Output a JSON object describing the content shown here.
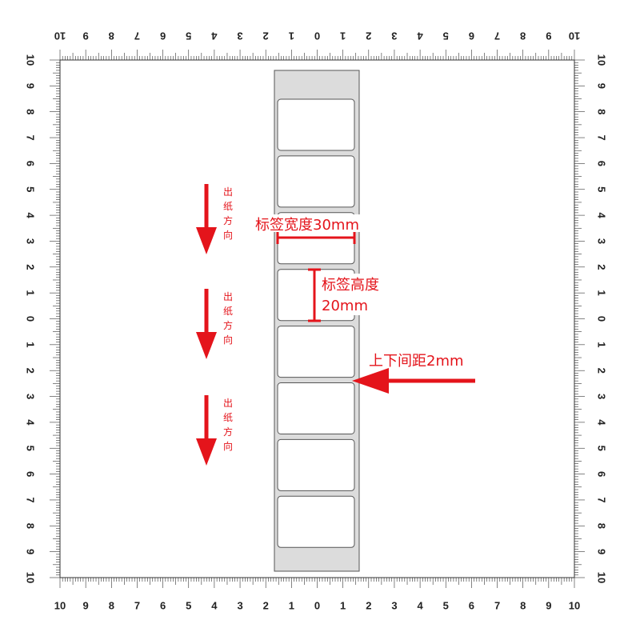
{
  "ruler": {
    "top_numbers": [
      "10",
      "9",
      "8",
      "7",
      "6",
      "5",
      "4",
      "3",
      "2",
      "1",
      "0",
      "1",
      "2",
      "3",
      "4",
      "5",
      "6",
      "7",
      "8",
      "9",
      "10"
    ],
    "bottom_numbers": [
      "10",
      "9",
      "8",
      "7",
      "6",
      "5",
      "4",
      "3",
      "2",
      "1",
      "0",
      "1",
      "2",
      "3",
      "4",
      "5",
      "6",
      "7",
      "8",
      "9",
      "10"
    ],
    "left_numbers": [
      "10",
      "9",
      "8",
      "7",
      "6",
      "5",
      "4",
      "3",
      "2",
      "1",
      "0",
      "1",
      "2",
      "3",
      "4",
      "5",
      "6",
      "7",
      "8",
      "9",
      "10"
    ],
    "right_numbers": [
      "10",
      "9",
      "8",
      "7",
      "6",
      "5",
      "4",
      "3",
      "2",
      "1",
      "0",
      "1",
      "2",
      "3",
      "4",
      "5",
      "6",
      "7",
      "8",
      "9",
      "10"
    ]
  },
  "annotations": {
    "label_width": "标签宽度30mm",
    "label_height_line1": "标签高度",
    "label_height_line2": "20mm",
    "gap": "上下间距2mm"
  },
  "feed_direction": {
    "chars": [
      "出",
      "纸",
      "方",
      "向"
    ]
  },
  "labels": {
    "count": 8
  },
  "colors": {
    "accent": "#e4141b",
    "liner": "#dcdcdc",
    "ruler_line": "#333333"
  }
}
